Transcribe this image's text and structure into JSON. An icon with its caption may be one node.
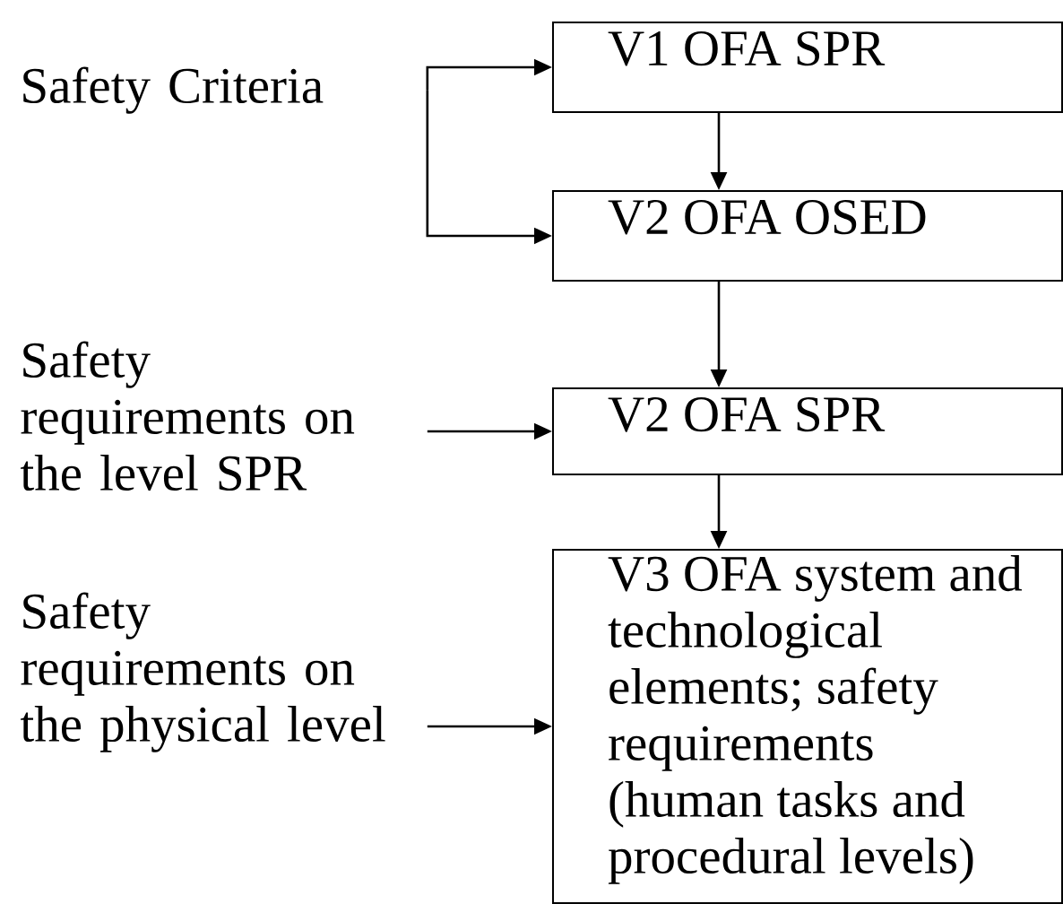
{
  "diagram": {
    "nodes": [
      {
        "text": [
          "Safety Criteria"
        ]
      },
      {
        "text": [
          "V1 OFA SPR"
        ]
      },
      {
        "text": [
          "V2 OFA OSED"
        ]
      },
      {
        "text": [
          "Safety requirements on the level SPR"
        ]
      },
      {
        "text": [
          "V2 OFA SPR"
        ]
      },
      {
        "text": [
          "Safety requirements on the physical level"
        ]
      },
      {
        "text": [
          "V3 OFA system and technological elements; safety requirements (human tasks and procedural levels)"
        ]
      }
    ],
    "edges": [
      {
        "from": 0,
        "to": 1,
        "arrow": "to"
      },
      {
        "from": 0,
        "to": 2,
        "arrow": "to"
      },
      {
        "from": 1,
        "to": 2,
        "arrow": "to"
      },
      {
        "from": 2,
        "to": 4,
        "arrow": "to"
      },
      {
        "from": 3,
        "to": 4,
        "arrow": "to"
      },
      {
        "from": 4,
        "to": 6,
        "arrow": "to"
      },
      {
        "from": 5,
        "to": 6,
        "arrow": "to"
      }
    ]
  }
}
